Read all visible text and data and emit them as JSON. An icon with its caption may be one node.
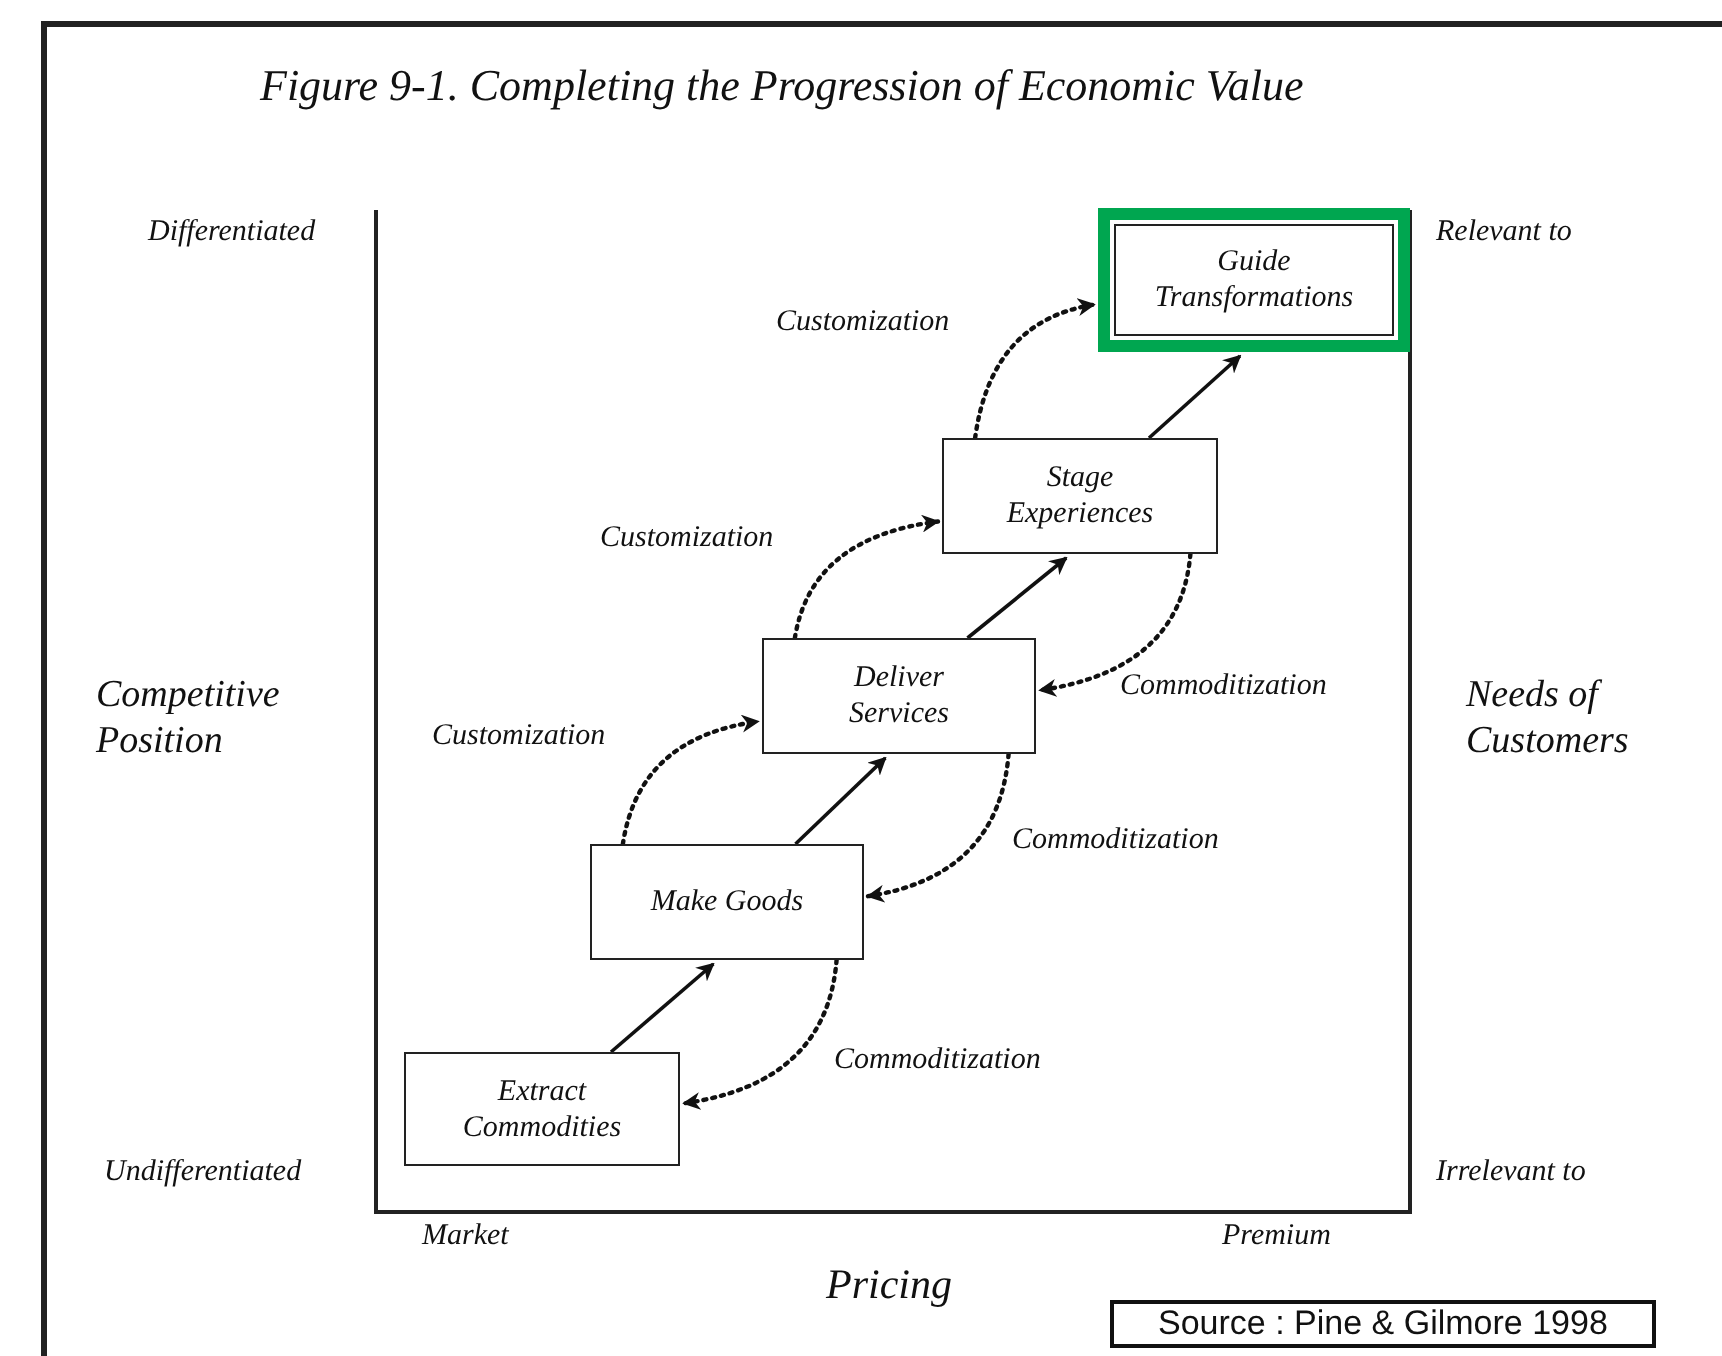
{
  "diagram": {
    "title": "Figure 9-1. Completing the Progression of Economic Value",
    "nodes": [
      {
        "text": [
          "Guide Transformations"
        ]
      },
      {
        "text": [
          "Stage Experiences"
        ]
      },
      {
        "text": [
          "Deliver Services"
        ]
      },
      {
        "text": [
          "Make Goods"
        ]
      },
      {
        "text": [
          "Extract Commodities"
        ]
      }
    ],
    "edges": [
      {
        "from": 4,
        "to": 3,
        "arrow": "to"
      },
      {
        "from": 3,
        "to": 2,
        "arrow": "to"
      },
      {
        "from": 2,
        "to": 1,
        "arrow": "to"
      },
      {
        "from": 1,
        "to": 0,
        "arrow": "to"
      },
      {
        "from": 1,
        "to": 0,
        "arrow": "to",
        "label": "Customization",
        "style": "dashed"
      },
      {
        "from": 2,
        "to": 1,
        "arrow": "to",
        "label": "Customization",
        "style": "dashed"
      },
      {
        "from": 3,
        "to": 2,
        "arrow": "to",
        "label": "Customization",
        "style": "dashed"
      },
      {
        "from": 1,
        "to": 2,
        "arrow": "to",
        "label": "Commoditization",
        "style": "dashed"
      },
      {
        "from": 2,
        "to": 3,
        "arrow": "to",
        "label": "Commoditization",
        "style": "dashed"
      },
      {
        "from": 3,
        "to": 4,
        "arrow": "to",
        "label": "Commoditization",
        "style": "dashed"
      }
    ],
    "labels": [
      "Differentiated",
      "Relevant to",
      "Competitive Position",
      "Needs of Customers",
      "Undifferentiated",
      "Irrelevant to",
      "Market",
      "Premium",
      "Pricing",
      "Source : Pine & Gilmore 1998"
    ]
  }
}
